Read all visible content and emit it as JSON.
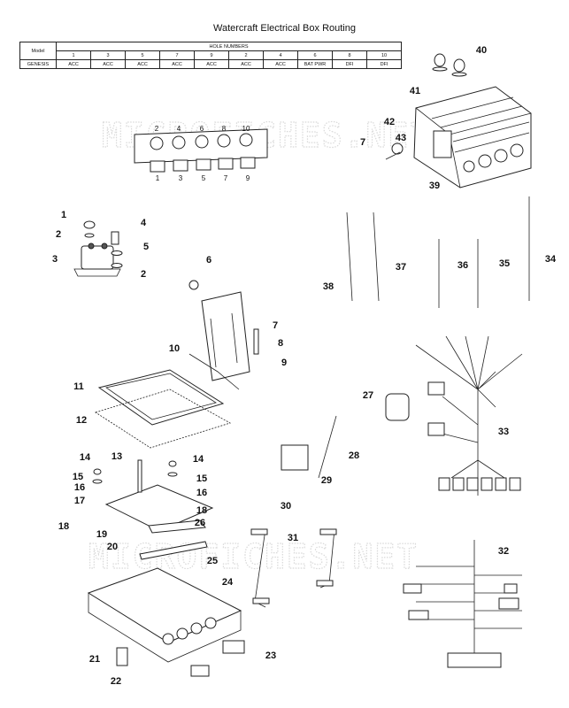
{
  "title": "Watercraft Electrical Box Routing",
  "table": {
    "model_header": "Model",
    "group_header": "HOLE NUMBERS",
    "hole_numbers": [
      "1",
      "3",
      "5",
      "7",
      "9",
      "2",
      "4",
      "6",
      "8",
      "10"
    ],
    "rows": [
      {
        "model": "GENESIS",
        "values": [
          "ACC",
          "ACC",
          "ACC",
          "ACC",
          "ACC",
          "ACC",
          "ACC",
          "BAT PWR",
          "DFI",
          "DFI"
        ]
      }
    ]
  },
  "watermark": "MICROFICHES.NET",
  "grommet_holes_top": [
    "2",
    "4",
    "6",
    "8",
    "10"
  ],
  "grommet_holes_bottom": [
    "1",
    "3",
    "5",
    "7",
    "9"
  ],
  "callouts": [
    "1",
    "2",
    "3",
    "4",
    "5",
    "2",
    "6",
    "7",
    "8",
    "9",
    "10",
    "11",
    "12",
    "13",
    "14",
    "14",
    "15",
    "15",
    "16",
    "16",
    "17",
    "18",
    "18",
    "19",
    "20",
    "21",
    "22",
    "23",
    "24",
    "25",
    "26",
    "27",
    "28",
    "29",
    "30",
    "31",
    "32",
    "33",
    "34",
    "35",
    "36",
    "37",
    "38",
    "39",
    "40",
    "41",
    "42",
    "43",
    "7"
  ]
}
